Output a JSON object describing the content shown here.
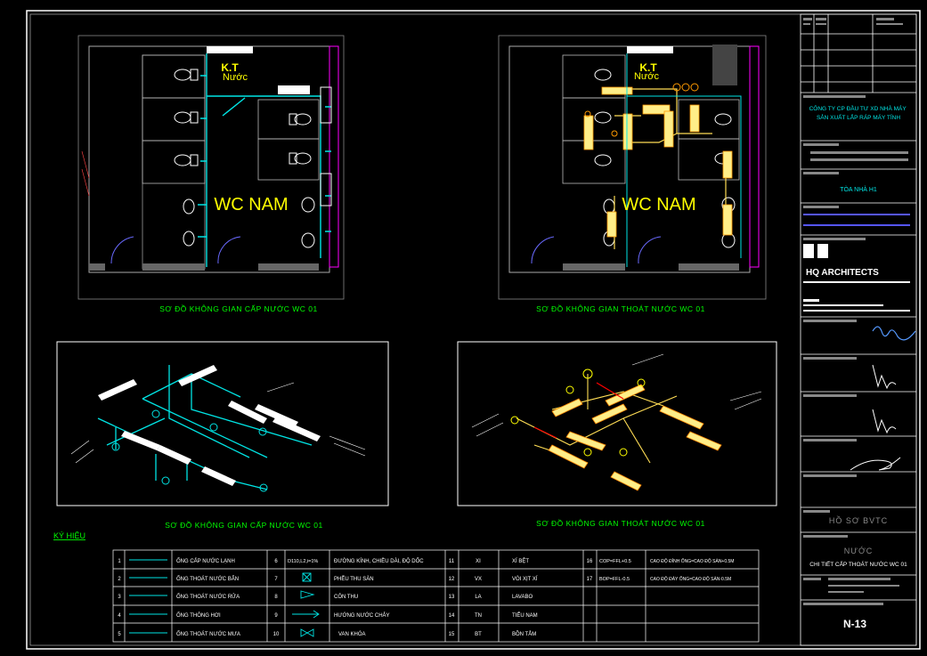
{
  "plans": {
    "supply": {
      "room_label": "WC NAM",
      "kt_label": "K.T",
      "kt_sub": "Nước",
      "caption": "SƠ ĐỒ KHÔNG GIAN CẤP NƯỚC WC 01"
    },
    "drain": {
      "room_label": "WC NAM",
      "kt_label": "K.T",
      "kt_sub": "Nước",
      "caption": "SƠ ĐỒ KHÔNG GIAN THOÁT NƯỚC WC 01"
    }
  },
  "iso": {
    "supply_caption": "SƠ ĐỒ KHÔNG GIAN CẤP NƯỚC WC 01",
    "drain_caption": "SƠ ĐỒ KHÔNG GIAN THOÁT NƯỚC WC 01"
  },
  "legend": {
    "title": "KÝ HIỆU",
    "col1": [
      {
        "no": "1",
        "label": "ỐNG CẤP NƯỚC LẠNH"
      },
      {
        "no": "2",
        "label": "ỐNG THOÁT NƯỚC BẨN"
      },
      {
        "no": "3",
        "label": "ỐNG THOÁT NƯỚC RỬA"
      },
      {
        "no": "4",
        "label": "ỐNG THÔNG HƠI"
      },
      {
        "no": "5",
        "label": "ỐNG THOÁT NƯỚC MƯA"
      }
    ],
    "col2": [
      {
        "no": "6",
        "sym": "D110,L2,i=1%",
        "label": "ĐƯỜNG KÍNH, CHIỀU DÀI, ĐỘ DỐC"
      },
      {
        "no": "7",
        "sym": "",
        "label": "PHỄU THU SÀN"
      },
      {
        "no": "8",
        "sym": "",
        "label": "CÔN THU"
      },
      {
        "no": "9",
        "sym": "",
        "label": "HƯỚNG NƯỚC CHẢY"
      },
      {
        "no": "10",
        "sym": "",
        "label": "VAN KHÓA"
      }
    ],
    "col3": [
      {
        "no": "11",
        "sym": "XI",
        "label": "XÍ BỆT"
      },
      {
        "no": "12",
        "sym": "VX",
        "label": "VÒI XỊT XÍ"
      },
      {
        "no": "13",
        "sym": "LA",
        "label": "LAVABO"
      },
      {
        "no": "14",
        "sym": "TN",
        "label": "TIỂU NAM"
      },
      {
        "no": "15",
        "sym": "BT",
        "label": "BỒN TẮM"
      }
    ],
    "col4": [
      {
        "no": "16",
        "sym": "COP=FFL+0.5",
        "label": "CAO ĐỘ ĐỈNH ỐNG=CAO ĐỘ SÀN+0.5M"
      },
      {
        "no": "17",
        "sym": "BOP=FFL-0.5",
        "label": "CAO ĐỘ ĐÁY ỐNG=CAO ĐỘ SÀN-0.5M"
      }
    ]
  },
  "titleblock": {
    "company": "CÔNG TY CP ĐẦU TƯ XD NHÀ MÁY SẢN XUẤT LẮP RÁP MÁY TÍNH",
    "building": "TÒA NHÀ H1",
    "architects": "HQ ARCHITECTS",
    "stage": "HỒ SƠ BVTC",
    "discipline": "NƯỚC",
    "sheet_title": "CHI TIẾT CẤP THOÁT NƯỚC WC 01",
    "sheet_no": "N-13"
  },
  "colors": {
    "cyan": "#00e5e5",
    "yellow": "#ffff00",
    "green": "#00ff00",
    "magenta": "#ff00ff",
    "white": "#ffffff"
  }
}
